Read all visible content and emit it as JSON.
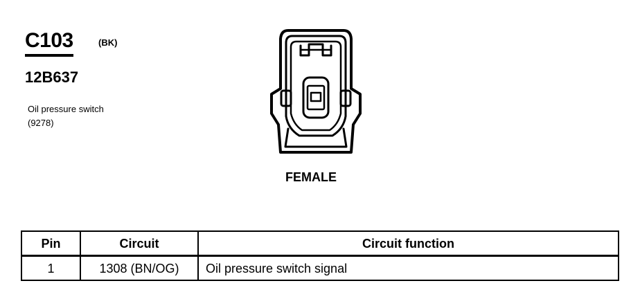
{
  "connector": {
    "id": "C103",
    "color": "(BK)",
    "part_number": "12B637",
    "component_name": "Oil pressure switch",
    "component_code": "(9278)",
    "gender": "FEMALE"
  },
  "pin_table": {
    "headers": {
      "pin": "Pin",
      "circuit": "Circuit",
      "function": "Circuit function"
    },
    "rows": [
      {
        "pin": "1",
        "circuit": "1308 (BN/OG)",
        "function": "Oil pressure switch  signal"
      }
    ]
  }
}
